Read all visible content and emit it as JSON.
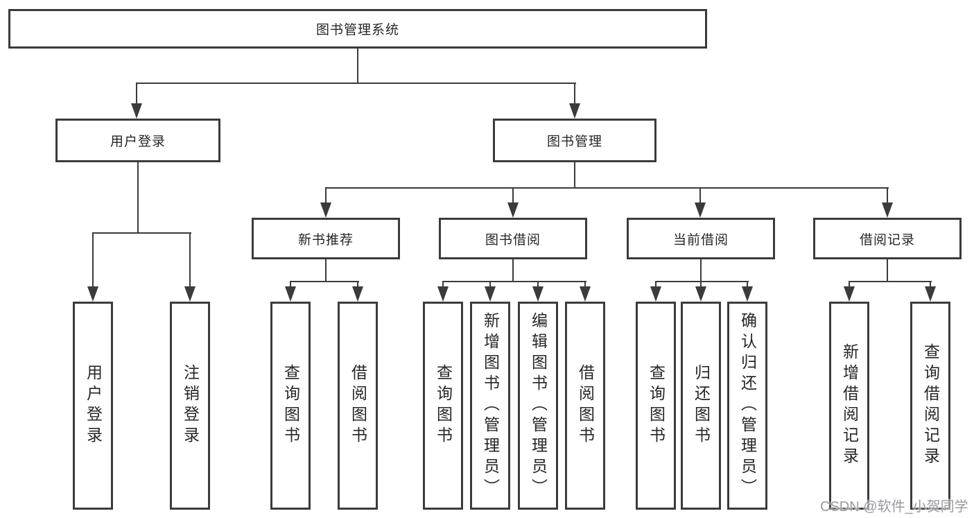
{
  "title": "图书管理系统",
  "tree": {
    "root": "图书管理系统",
    "branches": [
      {
        "label": "用户登录",
        "children": [
          "用户登录",
          "注销登录"
        ]
      },
      {
        "label": "图书管理",
        "children": [
          {
            "label": "新书推荐",
            "children": [
              "查询图书",
              "借阅图书"
            ]
          },
          {
            "label": "图书借阅",
            "children": [
              "查询图书",
              "新增图书（管理员）",
              "编辑图书（管理员）",
              "借阅图书"
            ]
          },
          {
            "label": "当前借阅",
            "children": [
              "查询图书",
              "归还图书",
              "确认归还（管理员）"
            ]
          },
          {
            "label": "借阅记录",
            "children": [
              "新增借阅记录",
              "查询借阅记录"
            ]
          }
        ]
      }
    ]
  },
  "watermark": "CSDN @软件_小贺同学",
  "colors": {
    "line": "#3b3b3b",
    "text": "#262626",
    "background": "#ffffff",
    "watermark": "#94949e"
  }
}
